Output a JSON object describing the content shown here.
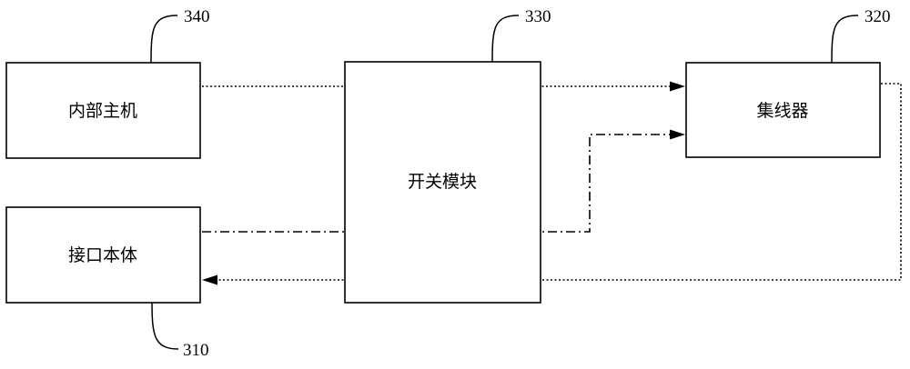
{
  "boxes": {
    "internal_host": {
      "label": "内部主机",
      "ref": "340"
    },
    "switch_module": {
      "label": "开关模块",
      "ref": "330"
    },
    "hub": {
      "label": "集线器",
      "ref": "320"
    },
    "interface_body": {
      "label": "接口本体",
      "ref": "310"
    }
  },
  "connections": [
    {
      "from": "internal_host",
      "to": "hub",
      "style": "dotted"
    },
    {
      "from": "interface_body",
      "to": "hub",
      "style": "dash-dot"
    },
    {
      "from": "hub",
      "to": "interface_body",
      "style": "dotted"
    }
  ]
}
